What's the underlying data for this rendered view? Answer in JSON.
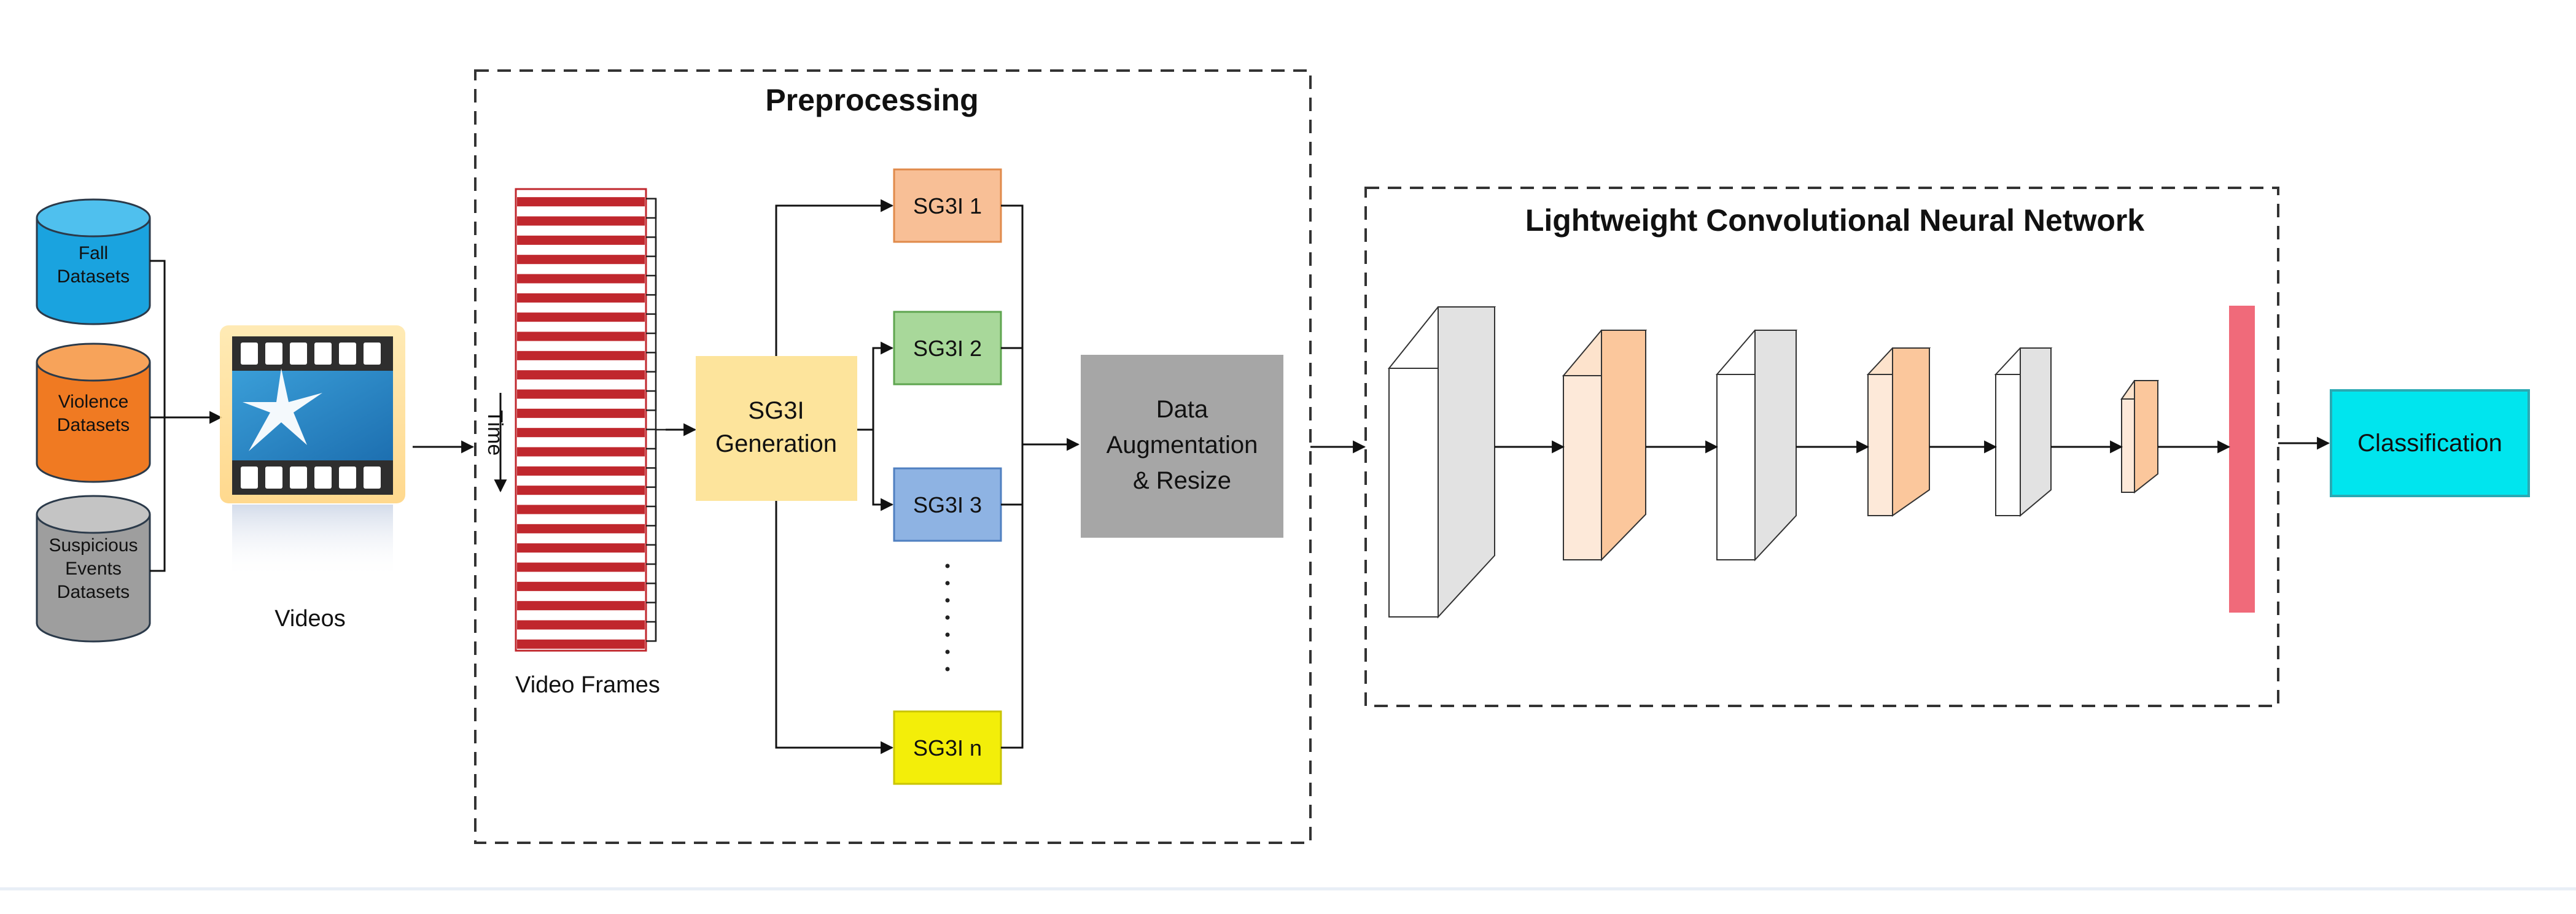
{
  "datasets": [
    {
      "lines": [
        "Fall",
        "Datasets"
      ],
      "color": "#1aa3df"
    },
    {
      "lines": [
        "Violence",
        "Datasets"
      ],
      "color": "#f07a22"
    },
    {
      "lines": [
        "Suspicious",
        "Events",
        "Datasets"
      ],
      "color": "#9e9e9e"
    }
  ],
  "videos_label": "Videos",
  "preprocessing_title": "Preprocessing",
  "video_frames_label": "Video Frames",
  "time_label": "Time",
  "generation": {
    "lines": [
      "SG3I",
      "Generation"
    ]
  },
  "sg3i_images": [
    {
      "label": "SG3I 1",
      "color": "#f8bf96"
    },
    {
      "label": "SG3I 2",
      "color": "#a8d89a"
    },
    {
      "label": "SG3I 3",
      "color": "#8eb3e3"
    },
    {
      "label": "SG3I n",
      "color": "#f3ee09"
    }
  ],
  "augmentation": {
    "lines": [
      "Data",
      "Augmentation",
      "& Resize"
    ]
  },
  "cnn_title": "Lightweight Convolutional Neural Network",
  "classification_label": "Classification",
  "colors": {
    "frames_red": "#c0272d",
    "generation_fill": "#fde49c",
    "augmentation_fill": "#a6a6a6",
    "cnn_white_layer": "#ffffff",
    "cnn_orange_layer": "#fbc79c",
    "dense_layer": "#f06a7a",
    "classification_fill": "#00e5ee"
  }
}
